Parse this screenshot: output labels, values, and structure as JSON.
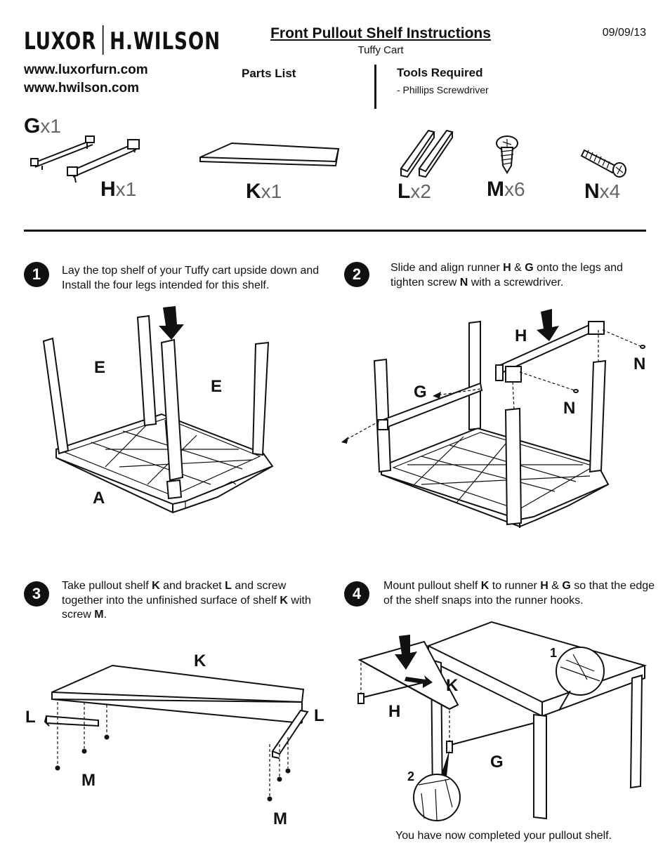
{
  "header": {
    "brand_left": "LUXOR",
    "brand_right": "H.WILSON",
    "title": "Front Pullout Shelf Instructions",
    "subtitle": "Tuffy Cart",
    "date": "09/09/13",
    "urls": [
      "www.luxorfurn.com",
      "www.hwilson.com"
    ]
  },
  "parts_list": {
    "heading": "Parts List",
    "items": [
      {
        "letter": "G",
        "count": "x1",
        "icon": "runner-icon"
      },
      {
        "letter": "H",
        "count": "x1",
        "icon": "runner-icon"
      },
      {
        "letter": "K",
        "count": "x1",
        "icon": "shelf-panel-icon"
      },
      {
        "letter": "L",
        "count": "x2",
        "icon": "bracket-icon"
      },
      {
        "letter": "M",
        "count": "x6",
        "icon": "wood-screw-icon"
      },
      {
        "letter": "N",
        "count": "x4",
        "icon": "machine-screw-icon"
      }
    ]
  },
  "tools": {
    "heading": "Tools Required",
    "items": [
      "-  Phillips Screwdriver"
    ]
  },
  "steps": [
    {
      "number": "1",
      "text_parts": [
        {
          "t": "Lay the top shelf of your Tuffy cart upside down and Install the four legs intended for this shelf.",
          "b": false
        }
      ],
      "labels": [
        "E",
        "E",
        "A"
      ]
    },
    {
      "number": "2",
      "text_parts": [
        {
          "t": "Slide and align runner ",
          "b": false
        },
        {
          "t": "H",
          "b": true
        },
        {
          "t": " & ",
          "b": false
        },
        {
          "t": "G",
          "b": true
        },
        {
          "t": " onto the legs and tighten screw ",
          "b": false
        },
        {
          "t": "N",
          "b": true
        },
        {
          "t": " with a screwdriver.",
          "b": false
        }
      ],
      "labels": [
        "H",
        "N",
        "G",
        "N"
      ]
    },
    {
      "number": "3",
      "text_parts": [
        {
          "t": "Take pullout shelf ",
          "b": false
        },
        {
          "t": "K",
          "b": true
        },
        {
          "t": " and bracket ",
          "b": false
        },
        {
          "t": "L",
          "b": true
        },
        {
          "t": " and screw together into the unfinished surface of shelf ",
          "b": false
        },
        {
          "t": "K",
          "b": true
        },
        {
          "t": " with screw ",
          "b": false
        },
        {
          "t": "M",
          "b": true
        },
        {
          "t": ".",
          "b": false
        }
      ],
      "labels": [
        "K",
        "L",
        "L",
        "M",
        "M"
      ]
    },
    {
      "number": "4",
      "text_parts": [
        {
          "t": "Mount pullout shelf ",
          "b": false
        },
        {
          "t": "K",
          "b": true
        },
        {
          "t": " to runner ",
          "b": false
        },
        {
          "t": "H",
          "b": true
        },
        {
          "t": " & ",
          "b": false
        },
        {
          "t": "G",
          "b": true
        },
        {
          "t": " so that the edge of the shelf snaps into the runner hooks.",
          "b": false
        }
      ],
      "labels": [
        "K",
        "H",
        "G",
        "1",
        "2"
      ]
    }
  ],
  "completion_text": "You have now completed your pullout shelf."
}
